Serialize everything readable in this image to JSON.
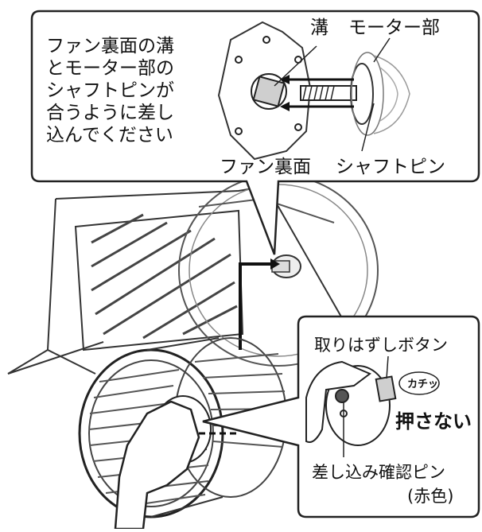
{
  "callout_top": {
    "instruction": "ファン裏面の溝\nとモーター部の\nシャフトピンが\n合うように差し\n込んでください",
    "groove_label": "溝",
    "motor_label": "モーター部",
    "fan_back_label": "ファン裏面",
    "shaft_pin_label": "シャフトピン"
  },
  "callout_bottom": {
    "release_button_label": "取りはずしボタン",
    "click_sound": "カチッ",
    "do_not_press_label": "押さない",
    "check_pin_label": "差し込み確認ピン",
    "check_pin_color": "(赤色)"
  },
  "colors": {
    "line": "#222222",
    "background": "#ffffff",
    "shading": "#d9d9d9"
  }
}
